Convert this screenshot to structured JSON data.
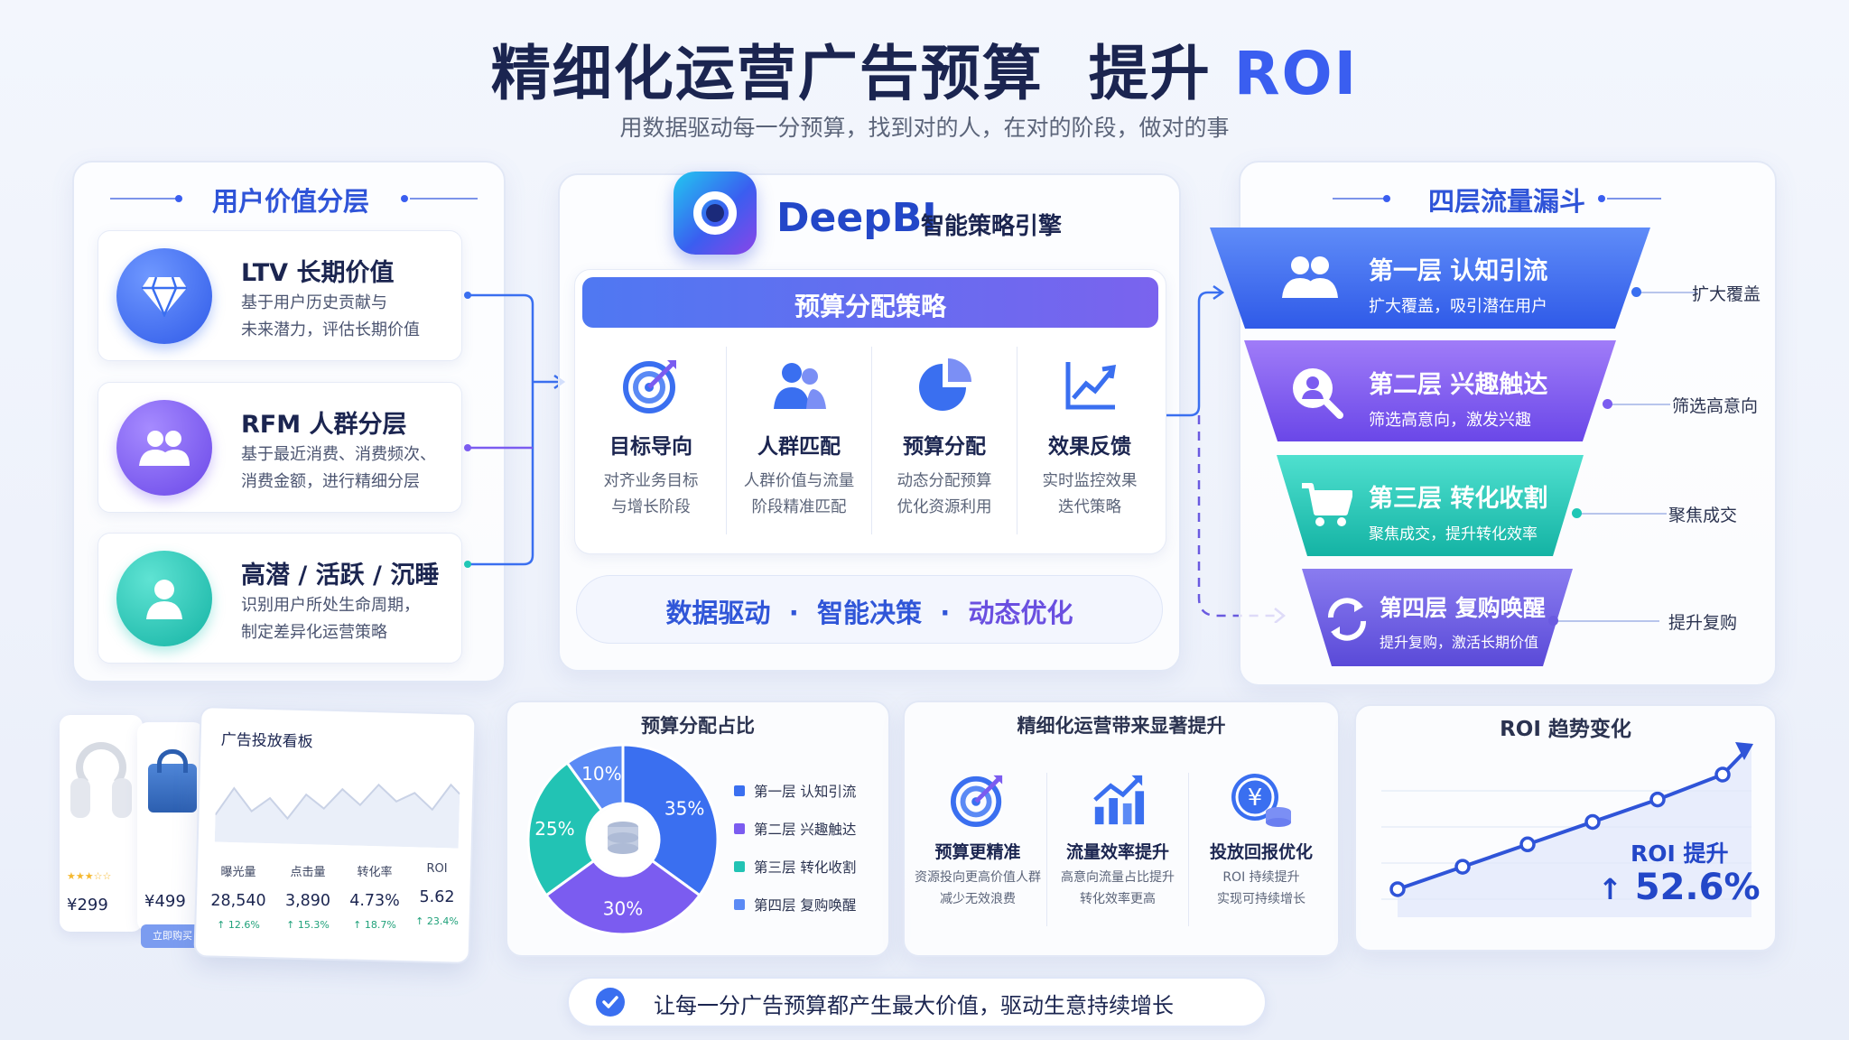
{
  "header": {
    "title": "精细化运营广告预算",
    "title_accent_prefix": "提升",
    "title_accent": "ROI",
    "subtitle": "用数据驱动每一分预算，找到对的人，在对的阶段，做对的事"
  },
  "user_value": {
    "title": "用户价值分层",
    "items": [
      {
        "title": "LTV 长期价值",
        "desc1": "基于用户历史贡献与",
        "desc2": "未来潜力，评估长期价值",
        "icon": "diamond-icon",
        "color": "#3a6ff0"
      },
      {
        "title": "RFM 人群分层",
        "desc1": "基于最近消费、消费频次、",
        "desc2": "消费金额，进行精细分层",
        "icon": "users-icon",
        "color": "#7b5cf0"
      },
      {
        "title": "高潜 / 活跃 / 沉睡",
        "desc1": "识别用户所处生命周期，",
        "desc2": "制定差异化运营策略",
        "icon": "user-icon",
        "color": "#1fc7b6"
      }
    ]
  },
  "engine": {
    "brand": "DeepBI",
    "brand_sub": "智能策略引擎",
    "strategy_title": "预算分配策略",
    "columns": [
      {
        "name": "目标导向",
        "desc1": "对齐业务目标",
        "desc2": "与增长阶段",
        "icon": "target-icon"
      },
      {
        "name": "人群匹配",
        "desc1": "人群价值与流量",
        "desc2": "阶段精准匹配",
        "icon": "people-icon"
      },
      {
        "name": "预算分配",
        "desc1": "动态分配预算",
        "desc2": "优化资源利用",
        "icon": "pie-icon"
      },
      {
        "name": "效果反馈",
        "desc1": "实时监控效果",
        "desc2": "迭代策略",
        "icon": "trend-icon"
      }
    ],
    "footer_items": [
      "数据驱动",
      "智能决策",
      "动态优化"
    ],
    "footer_sep": "·"
  },
  "funnel": {
    "title": "四层流量漏斗",
    "layers": [
      {
        "title": "第一层  认知引流",
        "desc": "扩大覆盖，吸引潜在用户",
        "side": "扩大覆盖",
        "icon": "users-icon",
        "color": "#3a6ff0"
      },
      {
        "title": "第二层  兴趣触达",
        "desc": "筛选高意向，激发兴趣",
        "side": "筛选高意向",
        "icon": "search-user-icon",
        "color": "#7b5cf0"
      },
      {
        "title": "第三层  转化收割",
        "desc": "聚焦成交，提升转化效率",
        "side": "聚焦成交",
        "icon": "cart-icon",
        "color": "#1fc7b6"
      },
      {
        "title": "第四层  复购唤醒",
        "desc": "提升复购，激活长期价值",
        "side": "提升复购",
        "icon": "refresh-icon",
        "color": "#6a5ae0"
      }
    ]
  },
  "dashboard": {
    "title": "广告投放看板",
    "prices": [
      "¥299",
      "¥499"
    ],
    "buy_label": "立即购买",
    "metrics": [
      {
        "label": "曝光量",
        "value": "28,540",
        "change": "↑ 12.6%"
      },
      {
        "label": "点击量",
        "value": "3,890",
        "change": "↑ 15.3%"
      },
      {
        "label": "转化率",
        "value": "4.73%",
        "change": "↑ 18.7%"
      },
      {
        "label": "ROI",
        "value": "5.62",
        "change": "↑ 23.4%"
      }
    ]
  },
  "chart_data": [
    {
      "type": "pie",
      "title": "预算分配占比",
      "categories": [
        "第一层 认知引流",
        "第二层 兴趣触达",
        "第三层 转化收割",
        "第四层 复购唤醒"
      ],
      "values": [
        35,
        30,
        25,
        10
      ],
      "labels": [
        "35%",
        "30%",
        "25%",
        "10%"
      ],
      "colors": [
        "#3a6ff0",
        "#7b5cf0",
        "#22c3b4",
        "#5b8af5"
      ],
      "legend": "right"
    },
    {
      "type": "line",
      "title": "ROI 趋势变化",
      "x": [
        1,
        2,
        3,
        4,
        5,
        6
      ],
      "values": [
        1.0,
        1.9,
        2.8,
        3.7,
        4.6,
        5.6
      ],
      "annotation_label": "ROI 提升",
      "annotation_value": "52.6%",
      "annotation_arrow": "↑",
      "color": "#2f54d8"
    }
  ],
  "improvement": {
    "title": "精细化运营带来显著提升",
    "items": [
      {
        "name": "预算更精准",
        "desc1": "资源投向更高价值人群",
        "desc2": "减少无效浪费",
        "icon": "target-icon"
      },
      {
        "name": "流量效率提升",
        "desc1": "高意向流量占比提升",
        "desc2": "转化效率更高",
        "icon": "bar-growth-icon"
      },
      {
        "name": "投放回报优化",
        "desc1": "ROI 持续提升",
        "desc2": "实现可持续增长",
        "icon": "yen-coins-icon"
      }
    ]
  },
  "bottom_banner": {
    "text": "让每一分广告预算都产生最大价值，驱动生意持续增长",
    "icon": "check-icon"
  }
}
